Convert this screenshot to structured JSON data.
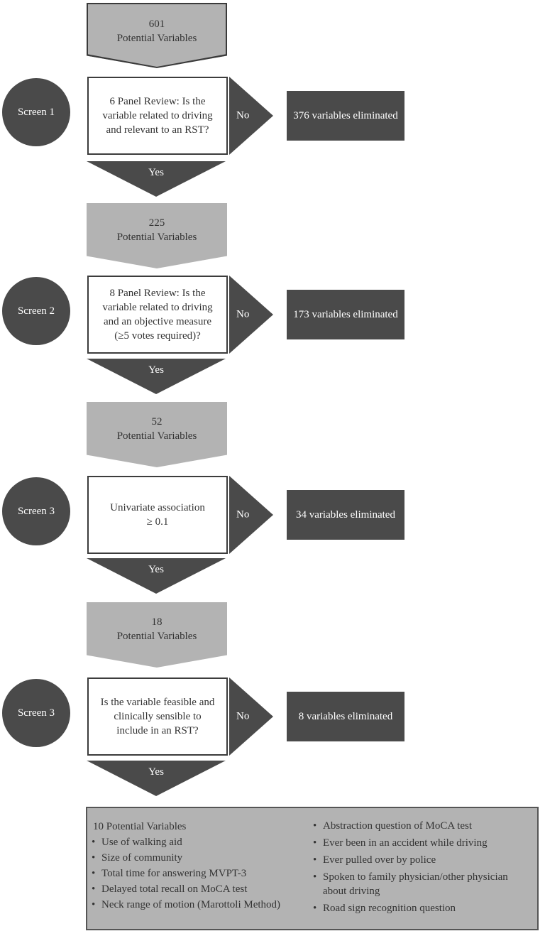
{
  "stage1": {
    "count": "601",
    "label": "Potential Variables"
  },
  "screen1": {
    "circle": "Screen 1",
    "question": "6 Panel Review: Is the variable related to driving and relevant to an RST?",
    "no": "No",
    "eliminated": "376 variables eliminated",
    "yes": "Yes"
  },
  "stage2": {
    "count": "225",
    "label": "Potential Variables"
  },
  "screen2": {
    "circle": "Screen 2",
    "question": "8 Panel Review: Is the variable related to driving and an objective measure (≥5 votes required)?",
    "no": "No",
    "eliminated": "173 variables eliminated",
    "yes": "Yes"
  },
  "stage3": {
    "count": "52",
    "label": "Potential Variables"
  },
  "screen3": {
    "circle": "Screen 3",
    "question": "Univariate association ≥ 0.1",
    "no": "No",
    "eliminated": "34 variables eliminated",
    "yes": "Yes"
  },
  "stage4": {
    "count": "18",
    "label": "Potential Variables"
  },
  "screen4": {
    "circle": "Screen 3",
    "question": "Is the variable feasible and clinically sensible to include in an RST?",
    "no": "No",
    "eliminated": "8 variables eliminated",
    "yes": "Yes"
  },
  "final": {
    "title": "10 Potential Variables",
    "left_items": [
      "Use of walking aid",
      "Size of community",
      "Total time for answering MVPT-3",
      "Delayed total recall on MoCA test",
      "Neck range of motion (Marottoli Method)"
    ],
    "right_items": [
      "Abstraction question of MoCA test",
      "Ever been in an accident while driving",
      "Ever pulled over by police",
      "Spoken to family physician/other physician about driving",
      "Road sign recognition question"
    ]
  }
}
